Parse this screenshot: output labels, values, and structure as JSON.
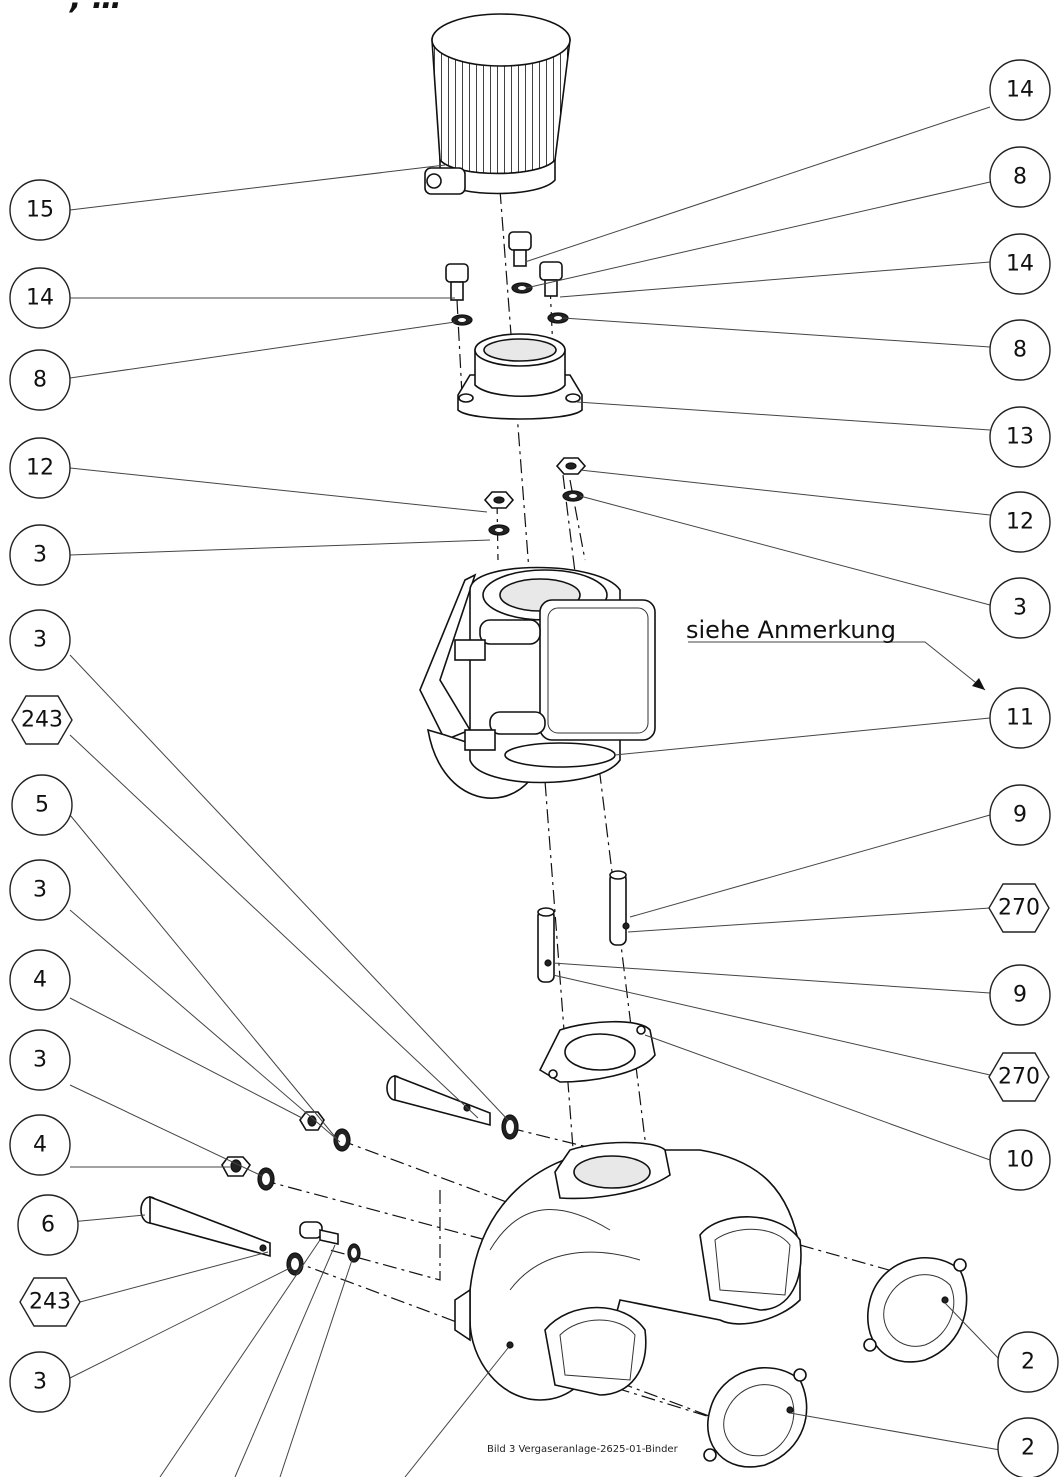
{
  "header": {
    "fragment": ", …"
  },
  "callouts": [
    {
      "id": "c15-left",
      "text": "15"
    },
    {
      "id": "c14-left",
      "text": "14"
    },
    {
      "id": "c8-left",
      "text": "8"
    },
    {
      "id": "c12-left",
      "text": "12"
    },
    {
      "id": "c3-left-a",
      "text": "3"
    },
    {
      "id": "c3-left-b",
      "text": "3"
    },
    {
      "id": "c243-left-a",
      "text": "243"
    },
    {
      "id": "c5-left",
      "text": "5"
    },
    {
      "id": "c3-left-c",
      "text": "3"
    },
    {
      "id": "c4-left-a",
      "text": "4"
    },
    {
      "id": "c3-left-d",
      "text": "3"
    },
    {
      "id": "c4-left-b",
      "text": "4"
    },
    {
      "id": "c6-left",
      "text": "6"
    },
    {
      "id": "c243-left-b",
      "text": "243"
    },
    {
      "id": "c3-left-e",
      "text": "3"
    },
    {
      "id": "c14-right-a",
      "text": "14"
    },
    {
      "id": "c8-right-a",
      "text": "8"
    },
    {
      "id": "c14-right-b",
      "text": "14"
    },
    {
      "id": "c8-right-b",
      "text": "8"
    },
    {
      "id": "c13-right",
      "text": "13"
    },
    {
      "id": "c12-right",
      "text": "12"
    },
    {
      "id": "c3-right",
      "text": "3"
    },
    {
      "id": "c11-right",
      "text": "11"
    },
    {
      "id": "c9-right-a",
      "text": "9"
    },
    {
      "id": "c270-right-a",
      "text": "270"
    },
    {
      "id": "c9-right-b",
      "text": "9"
    },
    {
      "id": "c270-right-b",
      "text": "270"
    },
    {
      "id": "c10-right",
      "text": "10"
    },
    {
      "id": "c2-right-a",
      "text": "2"
    },
    {
      "id": "c2-right-b",
      "text": "2"
    }
  ],
  "note": {
    "text": "siehe Anmerkung"
  },
  "caption": {
    "text": "Bild 3 Vergaseranlage-2625-01-Binder"
  }
}
